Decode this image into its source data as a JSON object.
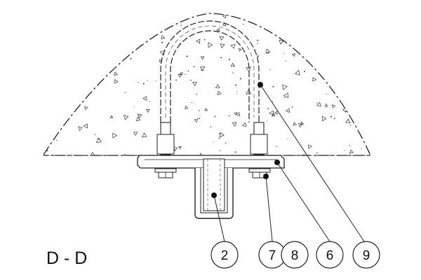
{
  "section": {
    "title": "D - D"
  },
  "balloons": [
    {
      "id": "2",
      "label": "2"
    },
    {
      "id": "7",
      "label": "7"
    },
    {
      "id": "8",
      "label": "8"
    },
    {
      "id": "6",
      "label": "6"
    },
    {
      "id": "9",
      "label": "9"
    }
  ],
  "colors": {
    "line": "#222222",
    "concrete_fill": "#ffffff",
    "background": "#ffffff"
  }
}
